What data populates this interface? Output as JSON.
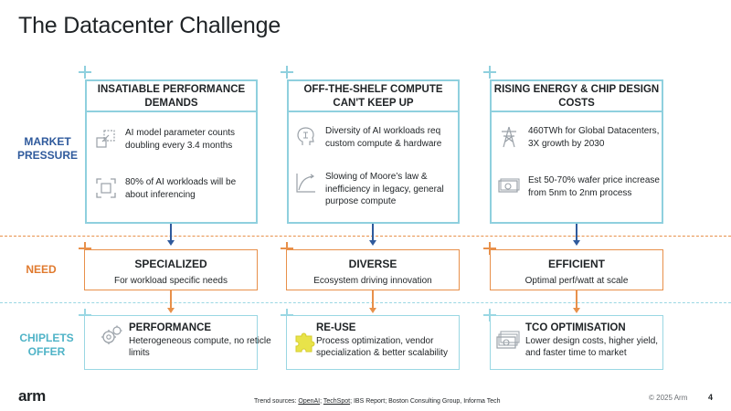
{
  "title": "The Datacenter Challenge",
  "rows": {
    "market": "MARKET PRESSURE",
    "need": "NEED",
    "chiplets": "CHIPLETS OFFER"
  },
  "columns": [
    {
      "market_title": "INSATIABLE PERFORMANCE DEMANDS",
      "items": [
        {
          "icon": "scale-up-icon",
          "text": "AI model parameter counts doubling every 3.4 months"
        },
        {
          "icon": "focus-frame-icon",
          "text": "80% of AI workloads will be about inferencing"
        }
      ],
      "need_title": "SPECIALIZED",
      "need_sub": "For workload specific needs",
      "offer_icon": "gears-icon",
      "offer_title": "PERFORMANCE",
      "offer_sub": "Heterogeneous compute, no reticle limits"
    },
    {
      "market_title": "OFF-THE-SHELF COMPUTE CAN'T KEEP UP",
      "items": [
        {
          "icon": "brain-chip-icon",
          "text": "Diversity of AI workloads req custom compute & hardware"
        },
        {
          "icon": "growth-curve-icon",
          "text": "Slowing of Moore’s law  & inefficiency in legacy, general purpose compute"
        }
      ],
      "need_title": "DIVERSE",
      "need_sub": "Ecosystem driving innovation",
      "offer_icon": "puzzle-icon",
      "offer_title": "RE-USE",
      "offer_sub": "Process optimization, vendor specialization & better scalability"
    },
    {
      "market_title": "RISING ENERGY & CHIP DESIGN COSTS",
      "items": [
        {
          "icon": "power-tower-icon",
          "text": "460TWh for Global Datacenters, 3X growth by 2030"
        },
        {
          "icon": "money-icon",
          "text": "Est 50-70% wafer price increase from 5nm to 2nm process"
        }
      ],
      "need_title": "EFFICIENT",
      "need_sub": "Optimal perf/watt at scale",
      "offer_icon": "banknotes-icon",
      "offer_title": "TCO OPTIMISATION",
      "offer_sub": "Lower design costs, higher yield, and faster time to market"
    }
  ],
  "footer": {
    "logo": "arm",
    "sources_prefix": "Trend sources: ",
    "source_openai": "OpenAI",
    "sep1": "; ",
    "source_techspot": "TechSpot",
    "sources_rest": "; IBS Report; Boston Consulting Group, Informa Tech",
    "copyright": "© 2025 Arm",
    "page": "4"
  },
  "colors": {
    "market_border": "#8fd0de",
    "need_orange": "#e8904a",
    "market_label": "#2f5a9c",
    "chiplet_label": "#4fb3c7"
  }
}
